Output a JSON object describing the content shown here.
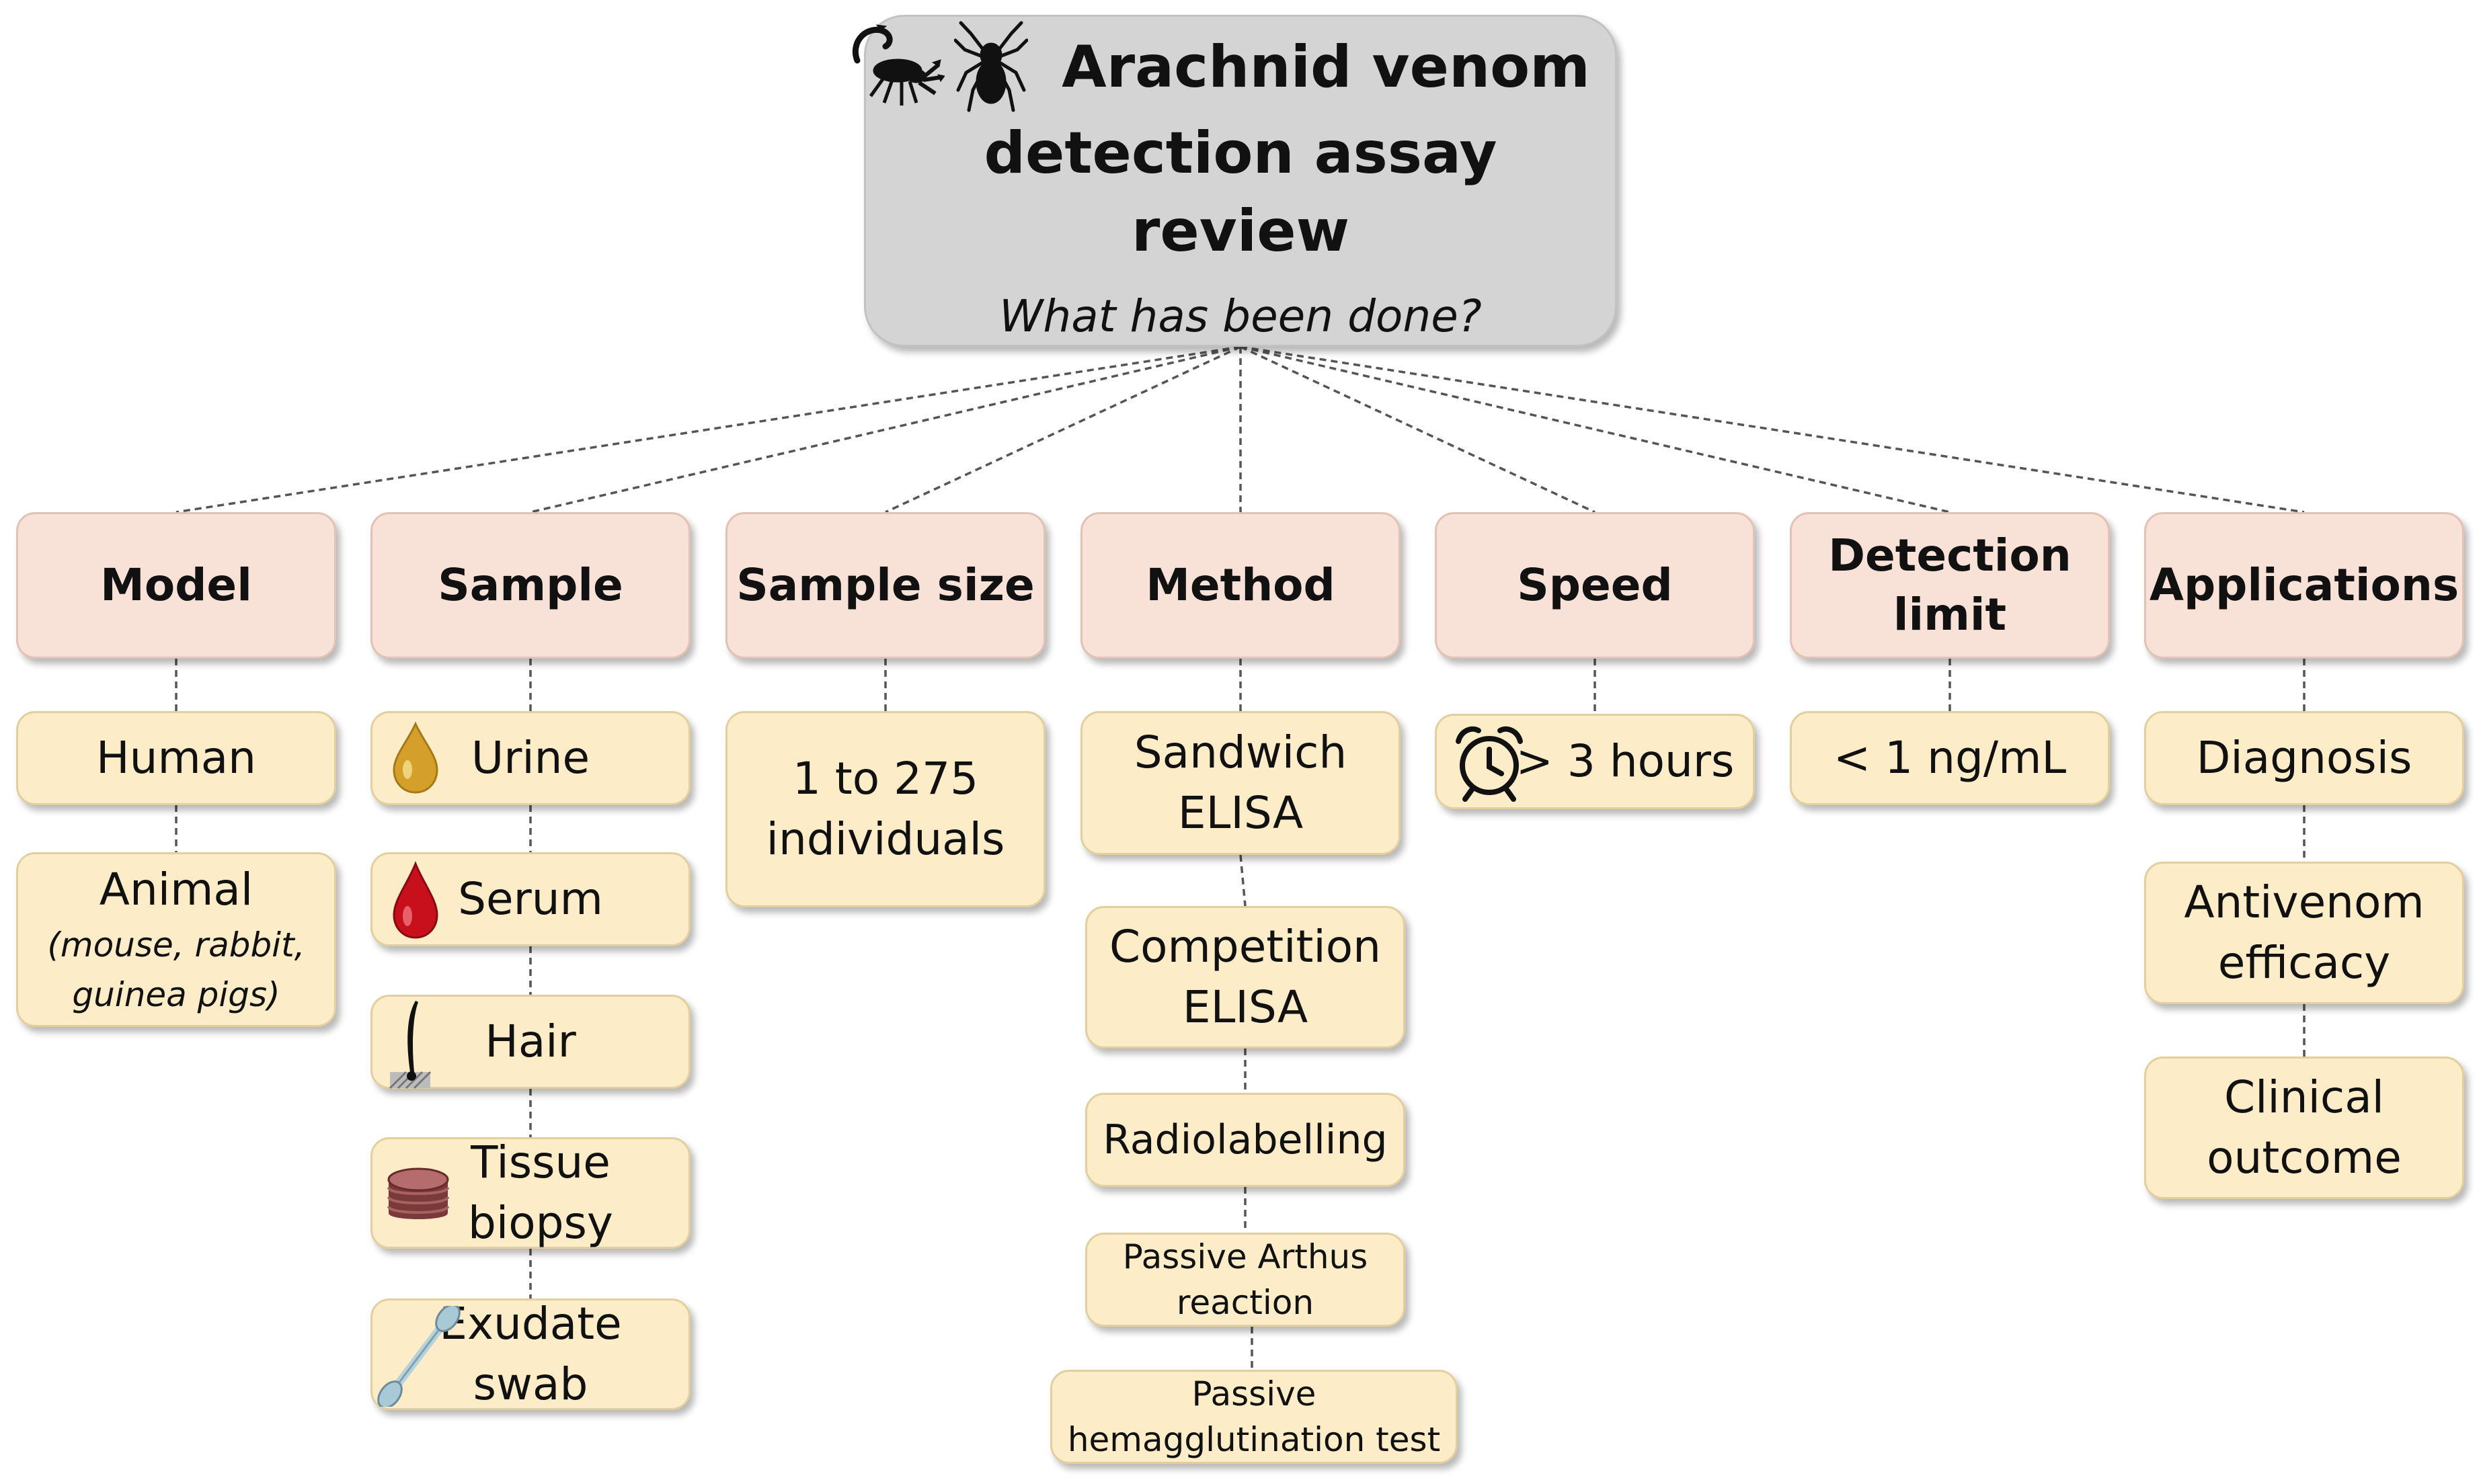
{
  "title": {
    "line1": "Arachnid venom",
    "line2": "detection assay review",
    "subtitle": "What has been done?"
  },
  "icons": [
    "scorpion-icon",
    "spider-icon",
    "urine-drop-icon",
    "blood-drop-icon",
    "hair-icon",
    "tissue-biopsy-icon",
    "swab-icon",
    "alarm-clock-icon"
  ],
  "colors": {
    "title_fill": "#d4d4d4",
    "header_fill": "#f8e1d6",
    "item_fill": "#fcedc8",
    "connector": "#555555"
  },
  "columns": [
    {
      "header": "Model",
      "items": [
        {
          "label": "Human"
        },
        {
          "label": "Animal",
          "sub1": "(mouse, rabbit,",
          "sub2": "guinea pigs)"
        }
      ]
    },
    {
      "header": "Sample",
      "items": [
        {
          "label": "Urine"
        },
        {
          "label": "Serum"
        },
        {
          "label": "Hair"
        },
        {
          "line1": "Tissue",
          "line2": "biopsy"
        },
        {
          "line1": "Exudate",
          "line2": "swab"
        }
      ]
    },
    {
      "header": "Sample size",
      "items": [
        {
          "line1": "1 to 275",
          "line2": "individuals"
        }
      ]
    },
    {
      "header": "Method",
      "items": [
        {
          "line1": "Sandwich",
          "line2": "ELISA"
        },
        {
          "line1": "Competition",
          "line2": "ELISA"
        },
        {
          "label": "Radiolabelling"
        },
        {
          "line1": "Passive Arthus",
          "line2": "reaction"
        },
        {
          "line1": "Passive",
          "line2": "hemagglutination test"
        }
      ]
    },
    {
      "header": "Speed",
      "items": [
        {
          "label": "> 3 hours"
        }
      ]
    },
    {
      "header_line1": "Detection",
      "header_line2": "limit",
      "items": [
        {
          "label": "< 1 ng/mL"
        }
      ]
    },
    {
      "header": "Applications",
      "items": [
        {
          "label": "Diagnosis"
        },
        {
          "line1": "Antivenom",
          "line2": "efficacy"
        },
        {
          "line1": "Clinical",
          "line2": "outcome"
        }
      ]
    }
  ]
}
